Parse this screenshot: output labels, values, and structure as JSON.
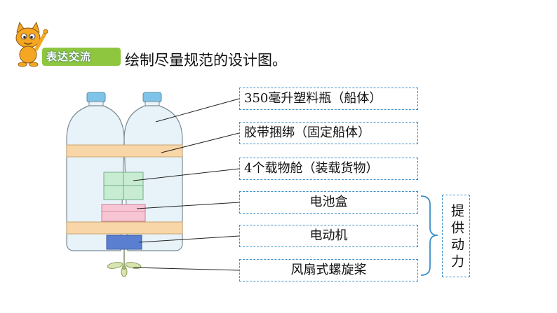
{
  "header": {
    "tag": "表达交流",
    "instruction": "绘制尽量规范的设计图。"
  },
  "callouts": [
    {
      "text": "350毫升塑料瓶（船体）"
    },
    {
      "text": "胶带捆绑（固定船体）"
    },
    {
      "text": "4个载物舱（装载货物）"
    },
    {
      "text": "电池盒"
    },
    {
      "text": "电动机"
    },
    {
      "text": "风扇式螺旋桨"
    }
  ],
  "group": {
    "label": "提供动力"
  },
  "colors": {
    "box_border": "#3e8fc9",
    "bottle": "#e8f3f9",
    "bottle_outline": "#7a8a94",
    "cap": "#7ec3e8",
    "tape": "#f8d6a7",
    "cargo": "#c8ecd2",
    "battery": "#f8c5d4",
    "motor": "#5a7fd0",
    "propeller": "#d8e5b0",
    "header_bar": "#8ec63f"
  }
}
